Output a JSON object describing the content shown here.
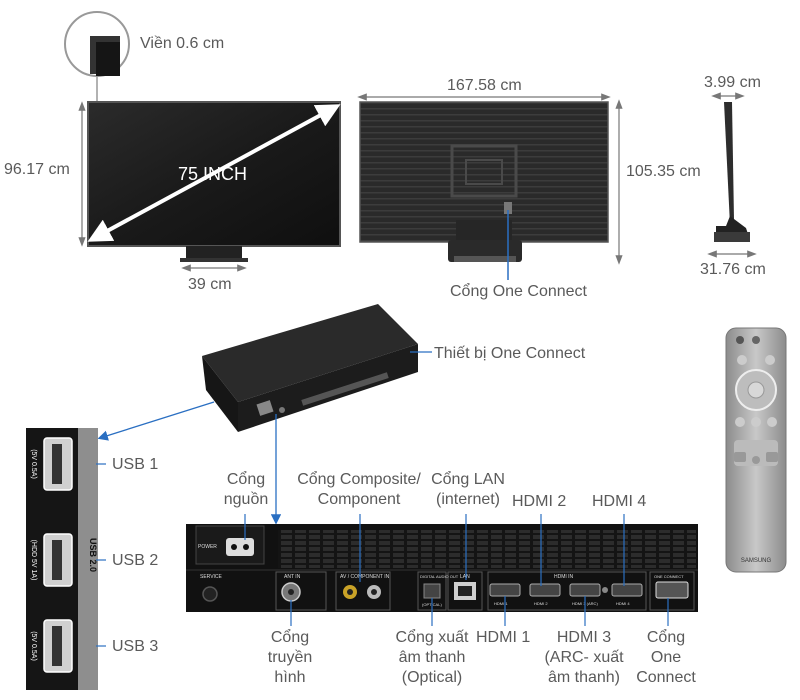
{
  "dimensions": {
    "bezel": "Viền 0.6 cm",
    "screen_size": "75 INCH",
    "front_height": "96.17 cm",
    "stand_width": "39 cm",
    "back_width": "167.58 cm",
    "back_height": "105.35 cm",
    "side_depth_top": "3.99 cm",
    "side_depth_bottom": "31.76 cm"
  },
  "callouts": {
    "one_connect_port": "Cổng One Connect",
    "one_connect_device": "Thiết bị One Connect"
  },
  "usb": {
    "usb1": "USB 1",
    "usb2": "USB 2",
    "usb3": "USB 3",
    "panel_title": "USB 2.0",
    "port1_spec": "(5V 0.5A)",
    "port2_spec": "(HDD 5V 1A)",
    "port3_spec": "(5V 0.5A)"
  },
  "ports_top": {
    "power": "Cổng nguồn",
    "composite": "Cổng Composite/ Component",
    "lan": "Cổng LAN (internet)",
    "hdmi2": "HDMI 2",
    "hdmi4": "HDMI 4"
  },
  "ports_bottom": {
    "antenna": "Cổng truyền hình",
    "optical": "Cổng xuất âm thanh (Optical)",
    "hdmi1": "HDMI 1",
    "hdmi3": "HDMI 3 (ARC- xuất âm thanh)",
    "one_connect": "Cổng One Connect"
  },
  "panel_print": {
    "power": "POWER",
    "service": "SERVICE",
    "ant_in": "ANT IN",
    "av_in": "AV / COMPONENT IN",
    "digital_audio": "DIGITAL AUDIO OUT",
    "optical": "(OPTICAL)",
    "lan": "LAN",
    "hdmi_in": "HDMI IN",
    "hdmi1": "HDMI 1",
    "hdmi2": "HDMI 2",
    "hdmi3": "HDMI 3 (ARC)",
    "hdmi4": "HDMI 4",
    "one_connect": "ONE CONNECT"
  },
  "brand": "SAMSUNG",
  "colors": {
    "arrow": "#2a6fc2",
    "tv_screen": "#1e1e1e",
    "remote": "#9a9a9a"
  }
}
